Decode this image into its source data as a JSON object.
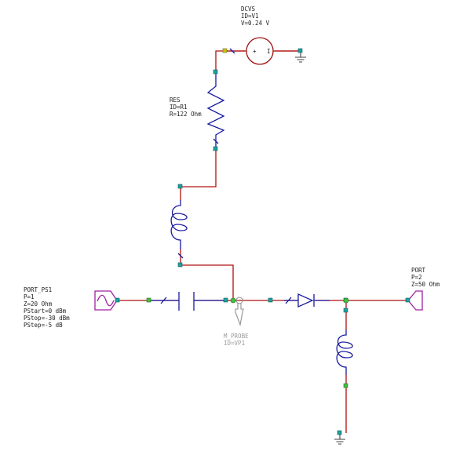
{
  "components": {
    "dcvs": {
      "lines": [
        "DCVS",
        "ID=V1",
        "V=0.24 V"
      ],
      "plus": "+",
      "minus": "I"
    },
    "res": {
      "lines": [
        "RES",
        "ID=R1",
        "R=122 Ohm"
      ]
    },
    "port_ps1": {
      "lines": [
        "PORT_PS1",
        "P=1",
        "Z=20 Ohm",
        "PStart=0 dBm",
        "PStop=-30 dBm",
        "PStep=-5 dB"
      ]
    },
    "port2": {
      "lines": [
        "PORT",
        "P=2",
        "Z=50 Ohm"
      ]
    },
    "probe": {
      "lines": [
        "M_PROBE",
        "ID=VP1"
      ]
    }
  }
}
